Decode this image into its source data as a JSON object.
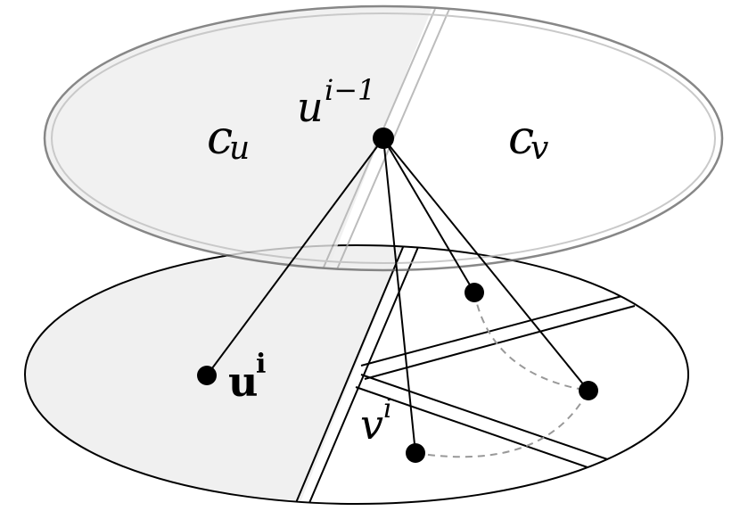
{
  "labels": {
    "u_prev_base": "u",
    "u_prev_sup": "i−1",
    "c_u_base": "c",
    "c_u_sub": "u",
    "c_v_base": "c",
    "c_v_sub": "v",
    "u_i_base": "u",
    "u_i_sup": "i",
    "v_i_base": "v",
    "v_i_sup": "i"
  },
  "colors": {
    "stroke": "#000000",
    "upper_stroke": "#7f7f7f",
    "shade": "#f0f0f0",
    "dashed": "#999999"
  }
}
